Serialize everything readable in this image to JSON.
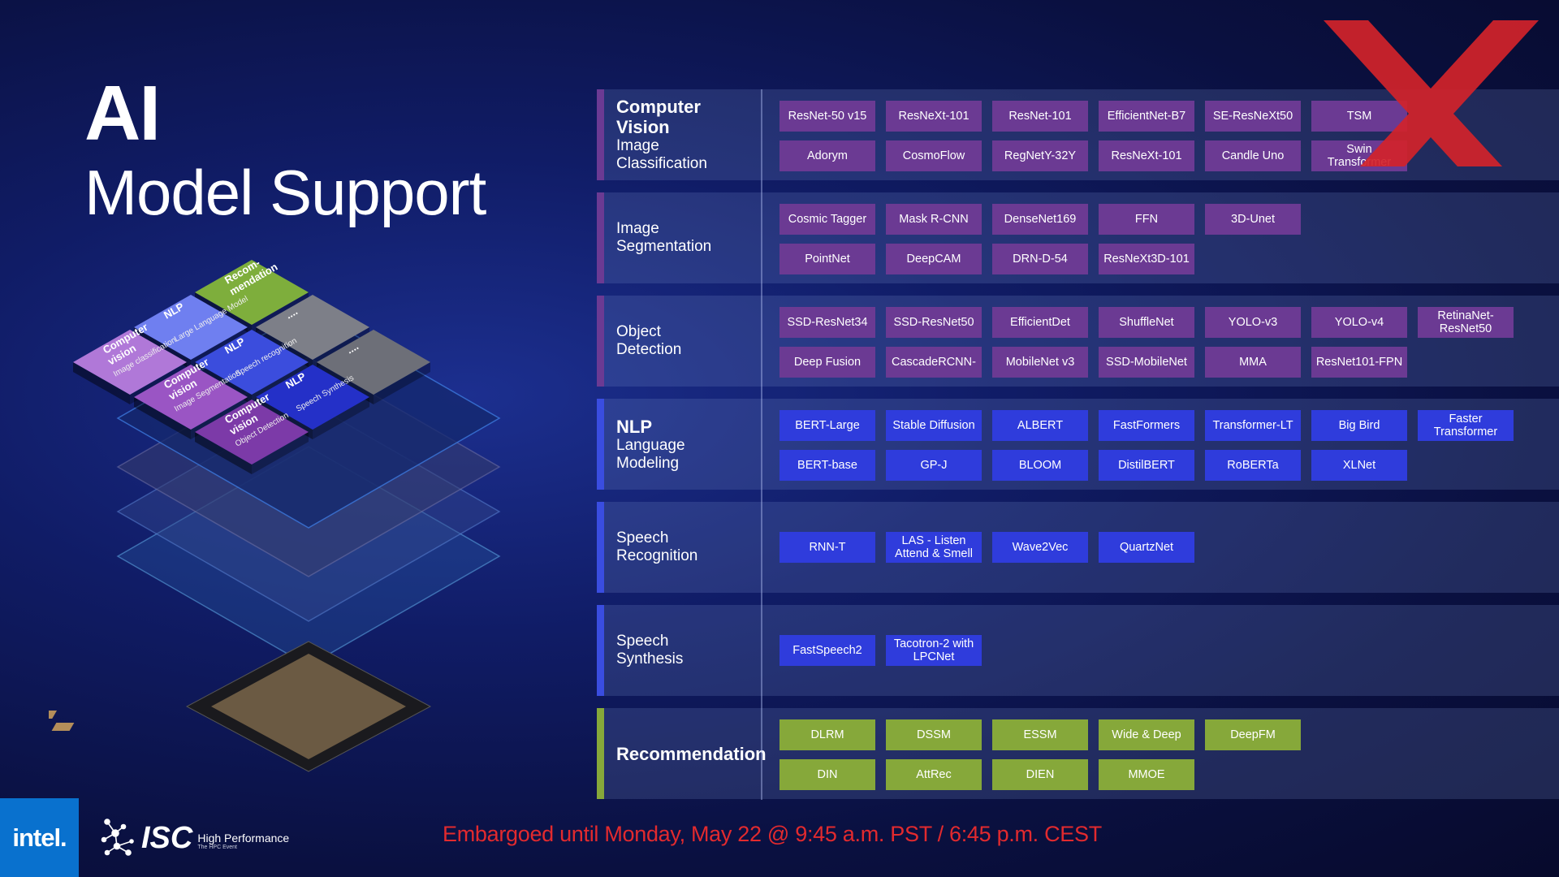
{
  "title": {
    "main": "AI",
    "sub": "Model Support"
  },
  "illustration": {
    "tiles": [
      {
        "head": "Recom-",
        "head2": "mendation",
        "sub": "",
        "color": "#7eae3c"
      },
      {
        "head": "NLP",
        "head2": "",
        "sub": "Large Language Model",
        "color": "#6f7ff0"
      },
      {
        "head": "Computer",
        "head2": "vision",
        "sub": "Image classification",
        "color": "#b078d8"
      },
      {
        "head": "NLP",
        "head2": "",
        "sub": "Speech recognition",
        "color": "#3b4ddd"
      },
      {
        "head": "Computer",
        "head2": "vision",
        "sub": "Image Segmentation",
        "color": "#9a55c4"
      },
      {
        "head": "NLP",
        "head2": "",
        "sub": "Speech Synthesis",
        "color": "#2430c8"
      },
      {
        "head": "Computer",
        "head2": "vision",
        "sub": "Object Detection",
        "color": "#7c3aa8"
      },
      {
        "head": "....",
        "head2": "",
        "sub": "",
        "color": "#7d7f88"
      },
      {
        "head": "....",
        "head2": "",
        "sub": "",
        "color": "#6d6f78"
      }
    ]
  },
  "sections": [
    {
      "id": "image-classification",
      "category": "Computer Vision",
      "subcategory": "Image Classification",
      "variant": "cv",
      "bar_color": "#6b3a93",
      "rows": [
        [
          "ResNet-50 v15",
          "ResNeXt-101",
          "ResNet-101",
          "EfficientNet-B7",
          "SE-ResNeXt50",
          "TSM"
        ],
        [
          "Adorym",
          "CosmoFlow",
          "RegNetY-32Y",
          "ResNeXt-101",
          "Candle Uno",
          "Swin Transformer"
        ]
      ]
    },
    {
      "id": "image-segmentation",
      "category": "",
      "subcategory": "Image Segmentation",
      "variant": "cv",
      "bar_color": "#6b3a93",
      "rows": [
        [
          "Cosmic Tagger",
          "Mask R-CNN",
          "DenseNet169",
          "FFN",
          "3D-Unet"
        ],
        [
          "PointNet",
          "DeepCAM",
          "DRN-D-54",
          "ResNeXt3D-101"
        ]
      ]
    },
    {
      "id": "object-detection",
      "category": "",
      "subcategory": "Object Detection",
      "variant": "cv",
      "bar_color": "#6b3a93",
      "rows": [
        [
          "SSD-ResNet34",
          "SSD-ResNet50",
          "EfficientDet",
          "ShuffleNet",
          "YOLO-v3",
          "YOLO-v4",
          "RetinaNet-ResNet50"
        ],
        [
          "Deep Fusion",
          "CascadeRCNN-",
          "MobileNet v3",
          "SSD-MobileNet",
          "MMA",
          "ResNet101-FPN"
        ]
      ]
    },
    {
      "id": "language-modeling",
      "category": "NLP",
      "subcategory": "Language Modeling",
      "variant": "nlp",
      "bar_color": "#3a4de0",
      "rows": [
        [
          "BERT-Large",
          "Stable Diffusion",
          "ALBERT",
          "FastFormers",
          "Transformer-LT",
          "Big Bird",
          "Faster Transformer"
        ],
        [
          "BERT-base",
          "GP-J",
          "BLOOM",
          "DistilBERT",
          "RoBERTa",
          "XLNet"
        ]
      ]
    },
    {
      "id": "speech-recognition",
      "category": "",
      "subcategory": "Speech Recognition",
      "variant": "nlp",
      "bar_color": "#3a4de0",
      "rows": [
        [
          "RNN-T",
          "LAS - Listen Attend & Smell",
          "Wave2Vec",
          "QuartzNet"
        ]
      ]
    },
    {
      "id": "speech-synthesis",
      "category": "",
      "subcategory": "Speech Synthesis",
      "variant": "nlp",
      "bar_color": "#3a4de0",
      "rows": [
        [
          "FastSpeech2",
          "Tacotron-2 with LPCNet"
        ]
      ]
    },
    {
      "id": "recommendation",
      "category": "Recommendation",
      "subcategory": "",
      "variant": "rec",
      "bar_color": "#86a83a",
      "rows": [
        [
          "DLRM",
          "DSSM",
          "ESSM",
          "Wide & Deep",
          "DeepFM"
        ],
        [
          "DIN",
          "AttRec",
          "DIEN",
          "MMOE"
        ]
      ]
    }
  ],
  "footer": {
    "intel_logo": "intel.",
    "isc_name": "ISC",
    "isc_tagline": "High Performance",
    "isc_event": "The HPC Event",
    "embargo": "Embargoed until Monday, May 22 @ 9:45 a.m. PST / 6:45 p.m. CEST"
  },
  "colors": {
    "cv": "#6b3a93",
    "nlp": "#2f3cdc",
    "rec": "#86a83a",
    "embargo": "#e22a2e",
    "intel": "#0971ce",
    "watermark": "#d2232a"
  }
}
